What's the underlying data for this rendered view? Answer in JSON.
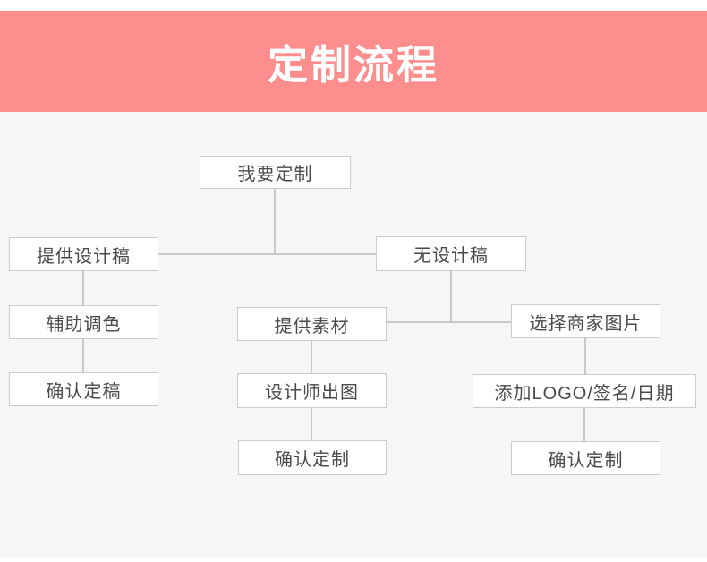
{
  "header": {
    "title": "定制流程"
  },
  "flowchart": {
    "nodes": {
      "start": {
        "label": "我要定制"
      },
      "provide_design": {
        "label": "提供设计稿"
      },
      "no_design": {
        "label": "无设计稿"
      },
      "assist_color": {
        "label": "辅助调色"
      },
      "confirm_draft": {
        "label": "确认定稿"
      },
      "provide_material": {
        "label": "提供素材"
      },
      "choose_merchant": {
        "label": "选择商家图片"
      },
      "designer_output": {
        "label": "设计师出图"
      },
      "confirm_mid": {
        "label": "确认定制"
      },
      "add_logo": {
        "label": "添加LOGO/签名/日期"
      },
      "confirm_right": {
        "label": "确认定制"
      }
    },
    "edges": [
      [
        "start",
        "provide_design"
      ],
      [
        "start",
        "no_design"
      ],
      [
        "provide_design",
        "assist_color"
      ],
      [
        "assist_color",
        "confirm_draft"
      ],
      [
        "no_design",
        "provide_material"
      ],
      [
        "no_design",
        "choose_merchant"
      ],
      [
        "provide_material",
        "designer_output"
      ],
      [
        "designer_output",
        "confirm_mid"
      ],
      [
        "choose_merchant",
        "add_logo"
      ],
      [
        "add_logo",
        "confirm_right"
      ]
    ],
    "colors": {
      "banner_bg": "#FC8E8E",
      "banner_text": "#FFFFFF",
      "canvas_bg": "#F6F6F7",
      "node_bg": "#FFFFFF",
      "node_border": "#CBCBCB",
      "node_text": "#4A4A4A",
      "connector": "#C9C9C9"
    }
  }
}
